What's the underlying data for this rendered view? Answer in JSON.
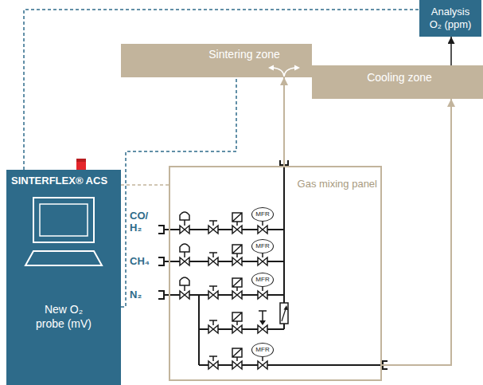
{
  "diagram": {
    "nodes": [
      {
        "text": [
          "Analysis O₂ (ppm)"
        ]
      },
      {
        "text": [
          "Sintering zone"
        ]
      },
      {
        "text": [
          "Cooling zone"
        ]
      },
      {
        "text": [
          "SINTERFLEX® ACS",
          "New O₂ probe (mV)"
        ]
      },
      {
        "text": [
          "Gas mixing panel"
        ]
      },
      {
        "text": [
          "MFR"
        ],
        "in": 4
      },
      {
        "text": [
          "MFR"
        ],
        "in": 4
      },
      {
        "text": [
          "MFR"
        ],
        "in": 4
      },
      {
        "text": [
          "MFR"
        ],
        "in": 4
      }
    ],
    "edges": [
      {
        "from": 3,
        "to": 0,
        "arrow": "none"
      },
      {
        "from": 3,
        "to": 1,
        "arrow": "none"
      },
      {
        "from": 3,
        "to": 4,
        "arrow": "none"
      },
      {
        "from": 4,
        "to": 1,
        "arrow": "to"
      },
      {
        "from": 4,
        "to": 2,
        "arrow": "to"
      },
      {
        "from": 2,
        "to": 0,
        "arrow": "to"
      }
    ],
    "labels": [
      "CO/ H₂",
      "CH₄",
      "N₂"
    ]
  }
}
